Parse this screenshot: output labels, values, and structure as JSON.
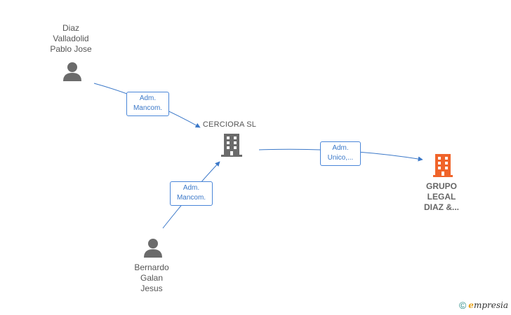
{
  "nodes": {
    "person_diaz": {
      "label": "Diaz\nValladolid\nPablo Jose"
    },
    "company_cerciora": {
      "label": "CERCIORA  SL"
    },
    "company_grupo": {
      "label": "GRUPO\nLEGAL\nDIAZ &..."
    },
    "person_bernardo": {
      "label": "Bernardo\nGalan\nJesus"
    }
  },
  "relations": {
    "diaz_to_cerciora": {
      "label": "Adm.\nMancom."
    },
    "bernardo_to_cerciora": {
      "label": "Adm.\nMancom."
    },
    "cerciora_to_grupo": {
      "label": "Adm.\nUnico,..."
    }
  },
  "watermark": {
    "symbol": "©",
    "brand_initial": "e",
    "brand_rest": "mpresia"
  },
  "colors": {
    "edge": "#3b78c8",
    "person_icon": "#6b6b6b",
    "company_icon": "#6b6b6b",
    "target_icon": "#f0642a"
  }
}
